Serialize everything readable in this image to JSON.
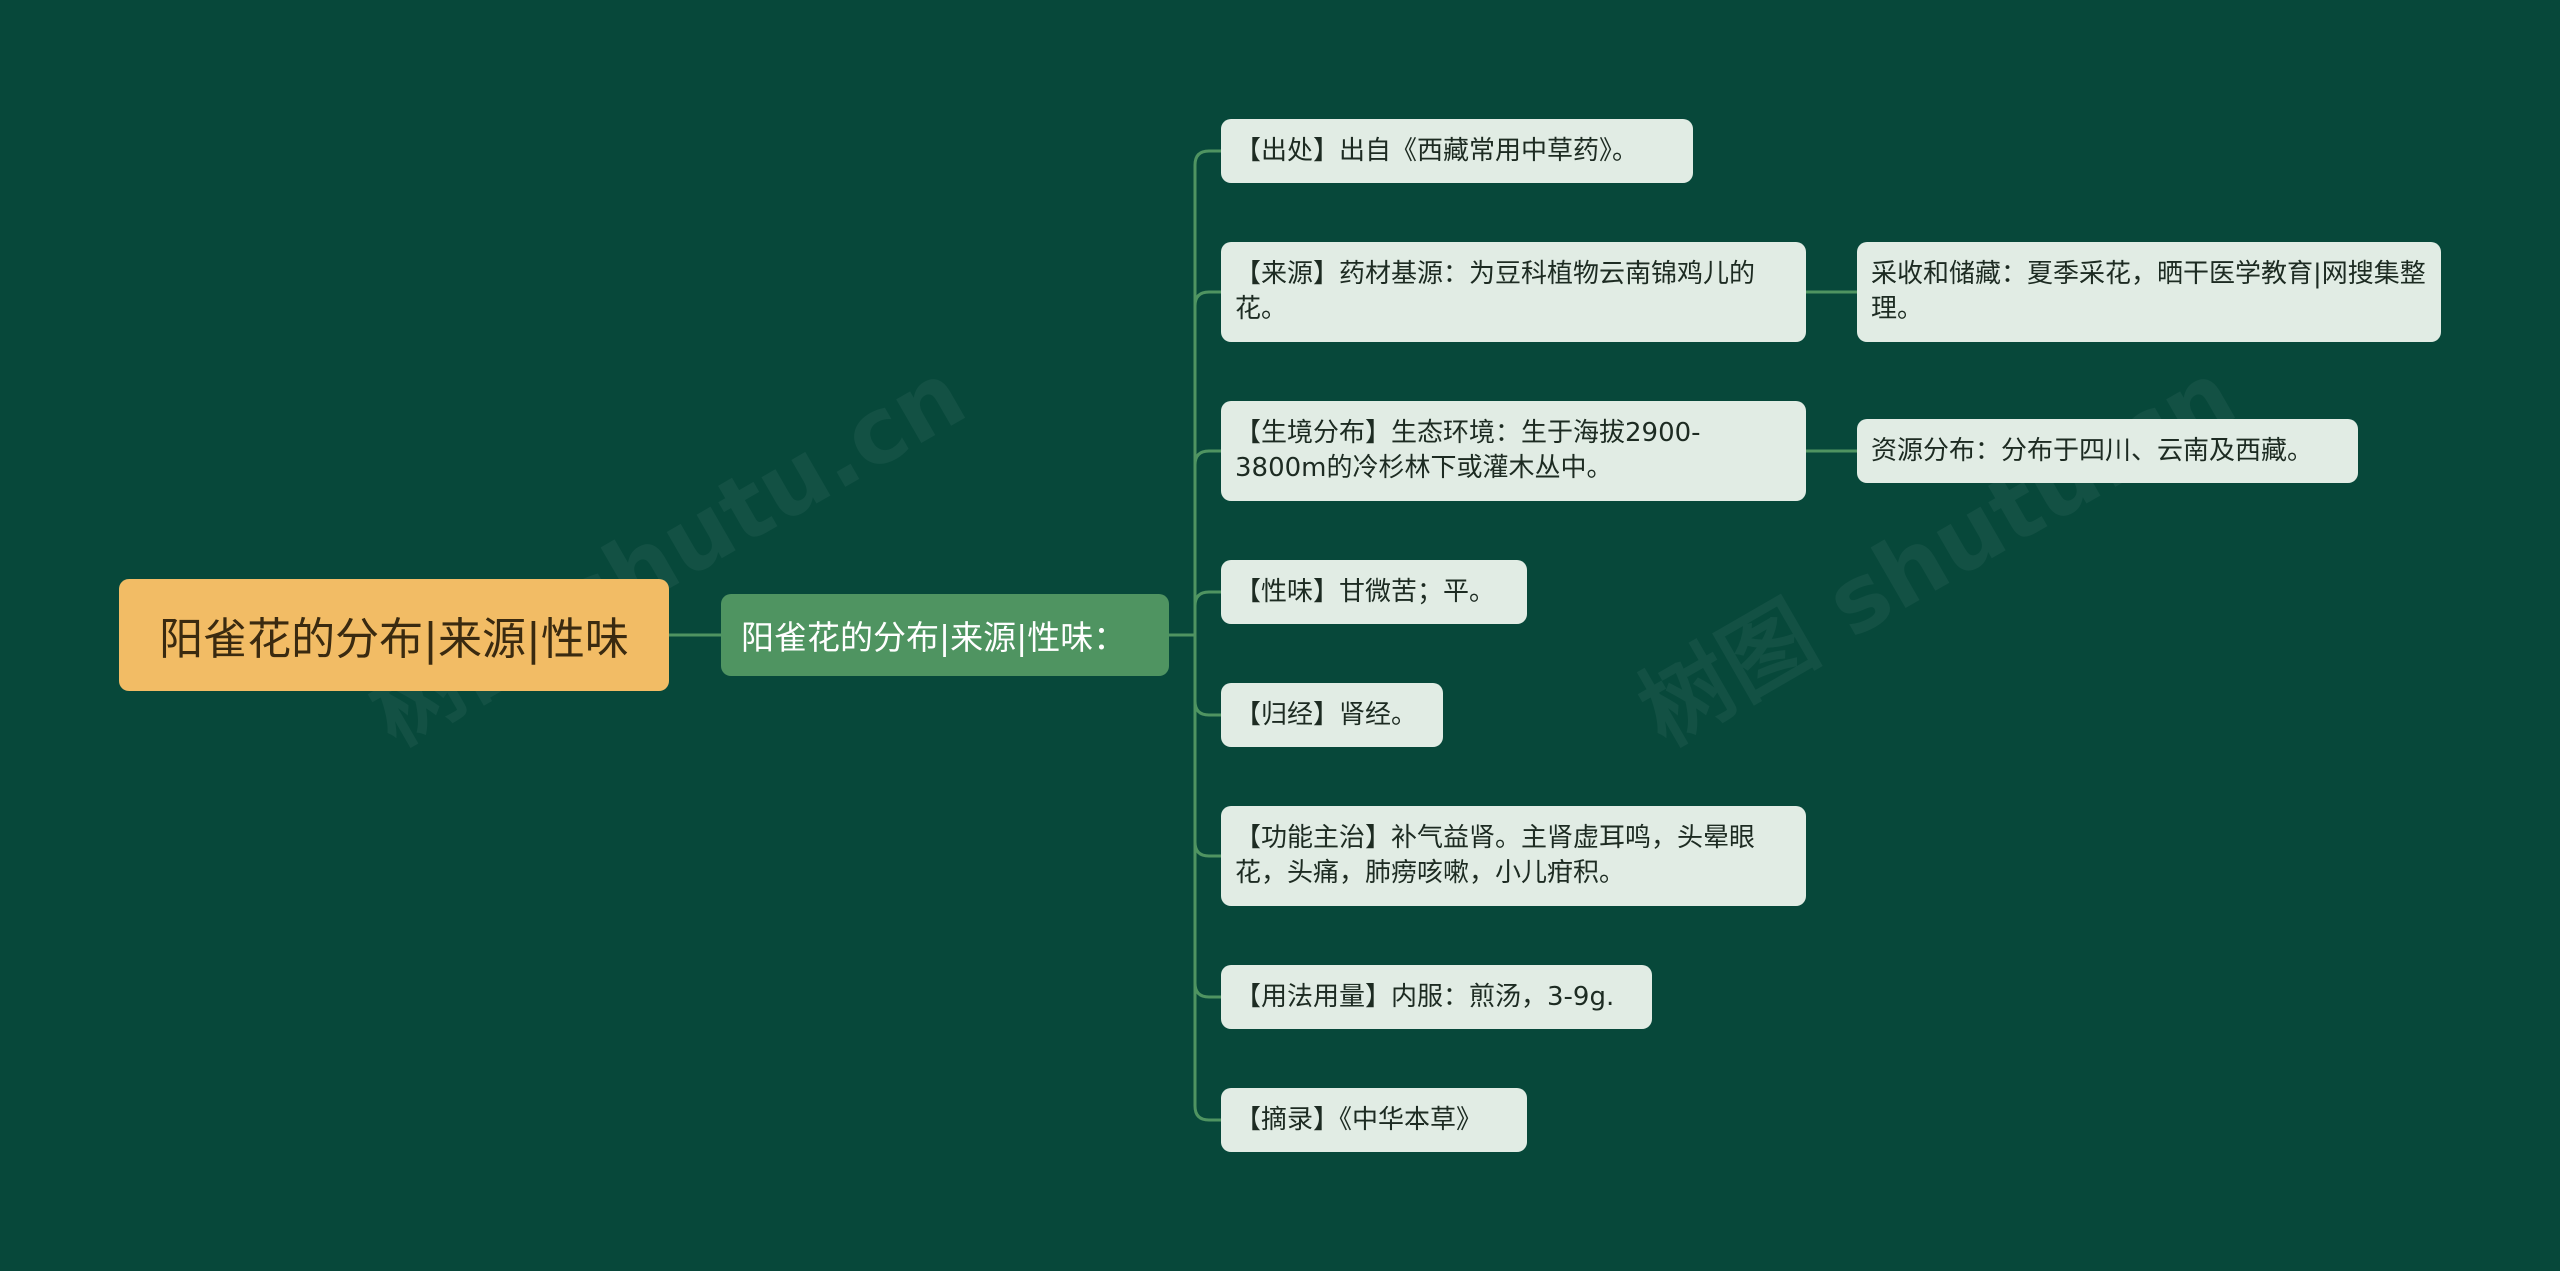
{
  "colors": {
    "background": "#07483a",
    "root_fill": "#f2bc65",
    "hub_fill": "#4f9461",
    "leaf_fill": "#e1ece4",
    "connector": "#4f9461"
  },
  "root": {
    "label": "阳雀花的分布|来源|性味"
  },
  "hub": {
    "label": "阳雀花的分布|来源|性味："
  },
  "branches": [
    {
      "text": "【出处】出自《西藏常用中草药》。"
    },
    {
      "text": "【来源】药材基源：为豆科植物云南锦鸡儿的花。",
      "child": "采收和储藏：夏季采花，晒干医学教育|网搜集整理。"
    },
    {
      "text": "【生境分布】生态环境：生于海拔2900-3800m的冷杉林下或灌木丛中。",
      "child": "资源分布：分布于四川、云南及西藏。"
    },
    {
      "text": "【性味】甘微苦；平。"
    },
    {
      "text": "【归经】肾经。"
    },
    {
      "text": "【功能主治】补气益肾。主肾虚耳鸣，头晕眼花，头痛，肺痨咳嗽，小儿疳积。"
    },
    {
      "text": "【用法用量】内服：煎汤，3-9g."
    },
    {
      "text": "【摘录】《中华本草》"
    }
  ],
  "watermark": "树图 shutu.cn"
}
